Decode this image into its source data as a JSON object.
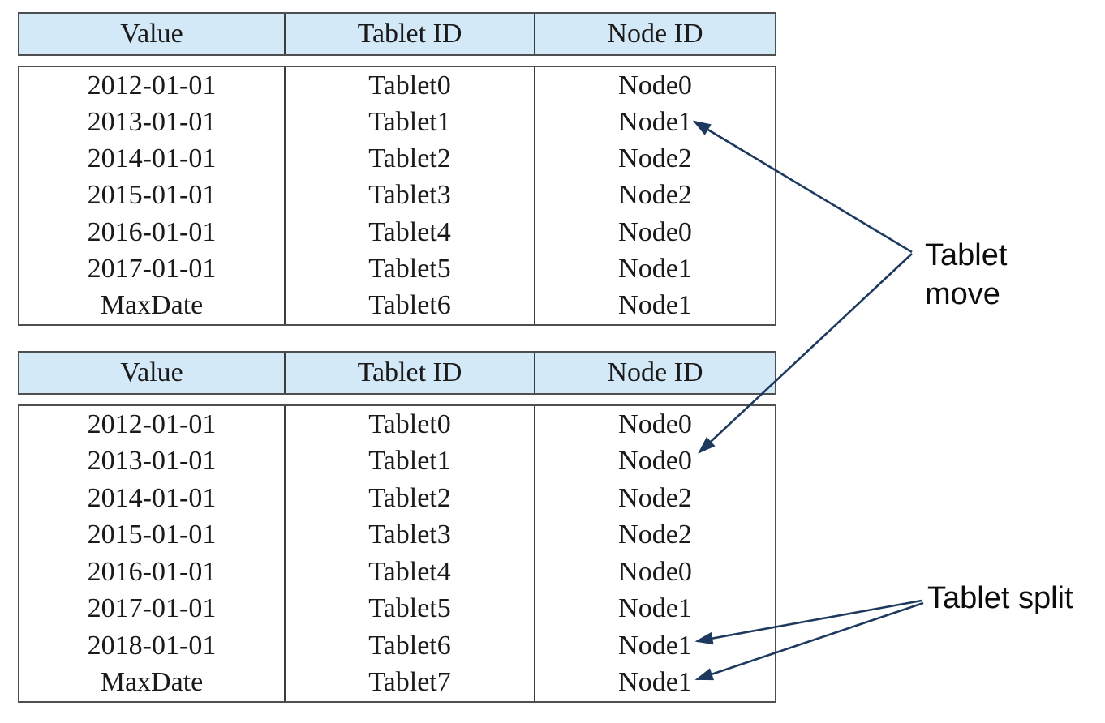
{
  "colors": {
    "background": "#ffffff",
    "header_bg": "#d4e9f7",
    "outer_border": "#4f4f4f",
    "inner_border": "#3c3c3c",
    "table_text": "#1a1a1a",
    "label_text": "#0d0d0d",
    "arrow": "#1d3a5e"
  },
  "tables": [
    {
      "id": "mapping-before",
      "columns": [
        "Value",
        "Tablet ID",
        "Node ID"
      ],
      "column_keys": [
        "value",
        "tablet-id",
        "node-id"
      ],
      "rows": [
        [
          "2012-01-01",
          "Tablet0",
          "Node0"
        ],
        [
          "2013-01-01",
          "Tablet1",
          "Node1"
        ],
        [
          "2014-01-01",
          "Tablet2",
          "Node2"
        ],
        [
          "2015-01-01",
          "Tablet3",
          "Node2"
        ],
        [
          "2016-01-01",
          "Tablet4",
          "Node0"
        ],
        [
          "2017-01-01",
          "Tablet5",
          "Node1"
        ],
        [
          "MaxDate",
          "Tablet6",
          "Node1"
        ]
      ]
    },
    {
      "id": "mapping-after",
      "columns": [
        "Value",
        "Tablet ID",
        "Node ID"
      ],
      "column_keys": [
        "value",
        "tablet-id",
        "node-id"
      ],
      "rows": [
        [
          "2012-01-01",
          "Tablet0",
          "Node0"
        ],
        [
          "2013-01-01",
          "Tablet1",
          "Node0"
        ],
        [
          "2014-01-01",
          "Tablet2",
          "Node2"
        ],
        [
          "2015-01-01",
          "Tablet3",
          "Node2"
        ],
        [
          "2016-01-01",
          "Tablet4",
          "Node0"
        ],
        [
          "2017-01-01",
          "Tablet5",
          "Node1"
        ],
        [
          "2018-01-01",
          "Tablet6",
          "Node1"
        ],
        [
          "MaxDate",
          "Tablet7",
          "Node1"
        ]
      ]
    }
  ],
  "annotations": {
    "move": {
      "label": "Tablet move",
      "line1": "Tablet",
      "line2": "move"
    },
    "split": {
      "label": "Tablet split"
    }
  }
}
